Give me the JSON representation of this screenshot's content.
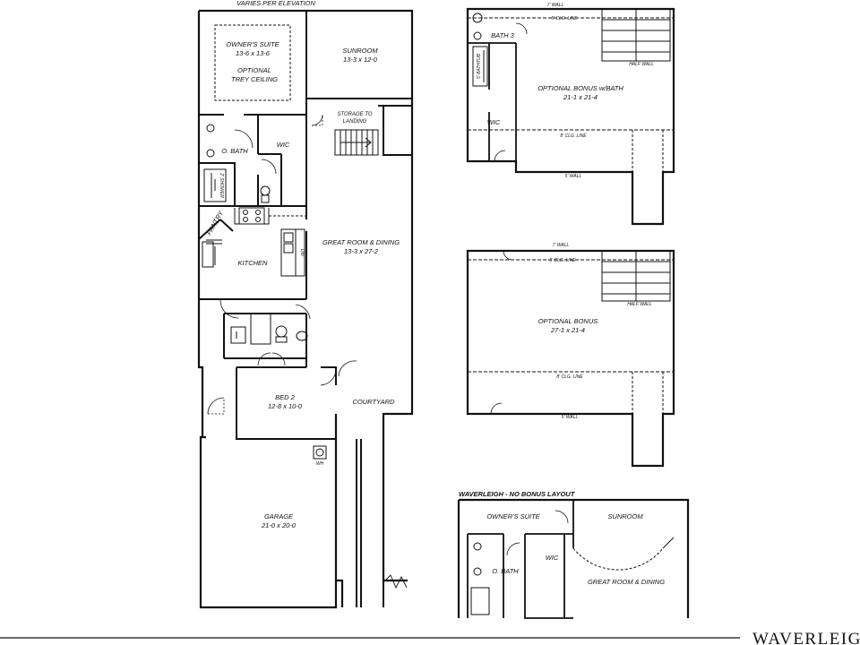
{
  "main_plan": {
    "top_note": "VARIES PER ELEVATION",
    "rooms": {
      "owners_suite": {
        "name": "OWNER'S SUITE",
        "size": "13-6 x 13-6",
        "opt1": "OPTIONAL",
        "opt2": "TREY CEILING"
      },
      "sunroom": {
        "name": "SUNROOM",
        "size": "13-3 x 12-0"
      },
      "storage": {
        "line1": "STORAGE TO",
        "line2": "LANDING"
      },
      "o_bath": {
        "name": "O. BATH"
      },
      "wic": {
        "name": "WIC"
      },
      "pantry": {
        "name": "PANTRY"
      },
      "kitchen": {
        "name": "KITCHEN"
      },
      "great_room": {
        "name": "GREAT ROOM & DINING",
        "size": "13-3 x 27-2"
      },
      "bed2": {
        "name": "BED 2",
        "size": "12-8 x 10-0"
      },
      "courtyard": {
        "name": "COURTYARD"
      },
      "garage": {
        "name": "GARAGE",
        "size": "21-0 x 20-0"
      },
      "wh": {
        "name": "WH"
      }
    },
    "fixture_labels": {
      "shower": "2' SHOWER",
      "dishwasher": "DW"
    }
  },
  "bonus_bath_plan": {
    "wall_top": "7' WALL",
    "clg_top": "5' CLG. LINE",
    "bath3": "BATH 3",
    "wic": "WIC",
    "half_wall": "HALF WALL",
    "room_name": "OPTIONAL BONUS w/BATH",
    "room_size": "21-1 x 21-4",
    "clg_bottom": "8' CLG. LINE",
    "wall_bottom": "5' WALL",
    "tub": "5' BATHTUB"
  },
  "bonus_plan": {
    "wall_top": "7' WALL",
    "clg_top": "5' CLG. LINE",
    "half_wall": "HALF WALL",
    "room_name": "OPTIONAL BONUS",
    "room_size": "27-1 x 21-4",
    "clg_bottom": "8' CLG. LINE",
    "wall_bottom": "5' WALL"
  },
  "no_bonus_plan": {
    "title": "WAVERLEIGH - NO BONUS LAYOUT",
    "owners_suite": "OWNER'S SUITE",
    "sunroom": "SUNROOM",
    "o_bath": "O. BATH",
    "wic": "WIC",
    "great_room": "GREAT ROOM & DINING"
  },
  "brand": "WAVERLEIG"
}
